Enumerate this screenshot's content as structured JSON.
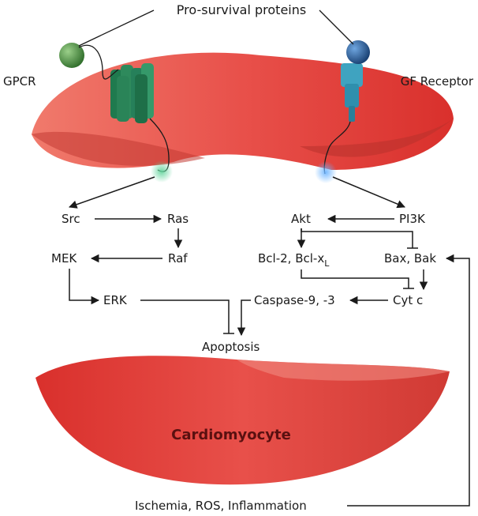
{
  "labels": {
    "top_title": "Pro-survival proteins",
    "gpcr": "GPCR",
    "gf_receptor": "GF Receptor",
    "cell_name": "Cardiomyocyte",
    "stress_signals": "Ischemia, ROS, Inflammation"
  },
  "nodes": {
    "src": "Src",
    "ras": "Ras",
    "raf": "Raf",
    "mek": "MEK",
    "erk": "ERK",
    "akt": "Akt",
    "pi3k": "PI3K",
    "bcl_prefix": "Bcl-2, Bcl-x",
    "bcl_subscript": "L",
    "bax_bak": "Bax, Bak",
    "caspase": "Caspase-9, -3",
    "cyt_c": "Cyt c",
    "apoptosis": "Apoptosis"
  },
  "colors": {
    "cell_membrane": "#e8504a",
    "cell_membrane_dark": "#c9302c",
    "gpcr_protein": "#2e8a5c",
    "gpcr_ligand": "#3f8a3a",
    "gf_receptor_protein": "#3fa3c0",
    "gf_ligand": "#1e4f8a",
    "pathway_line": "#1a1a1a"
  }
}
